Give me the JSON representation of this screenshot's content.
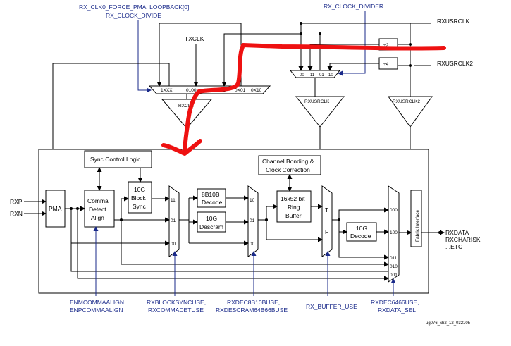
{
  "top_labels": {
    "rx_clk0_line1": "RX_CLK0_FORCE_PMA, LOOPBACK[0],",
    "rx_clk0_line2": "RX_CLOCK_DIVIDE",
    "txclk": "TXCLK",
    "rx_clock_divider": "RX_CLOCK_DIVIDER",
    "rxusrclk": "RXUSRCLK",
    "rxusrclk2": "RXUSRCLK2"
  },
  "mux_inputs": {
    "rxclk_mux": [
      "1XXX",
      "0100",
      "0XX1",
      "0X01",
      "0X10"
    ],
    "divider_mux": [
      "00",
      "11",
      "01",
      "10"
    ]
  },
  "dividers": {
    "div2": "÷2",
    "div4": "÷4"
  },
  "buffers": {
    "rxclk": "RXCLK",
    "rxusrclk": "RXUSRCLK",
    "rxusrclk2": "RXUSRCLK2"
  },
  "blocks": {
    "sync_control": "Sync Control Logic",
    "channel_bonding_1": "Channel Bonding &",
    "channel_bonding_2": "Clock Correction",
    "pma": "PMA",
    "comma_1": "Comma",
    "comma_2": "Detect",
    "comma_3": "Align",
    "block_sync_1": "10G",
    "block_sync_2": "Block",
    "block_sync_3": "Sync",
    "decode_8b10b_1": "8B10B",
    "decode_8b10b_2": "Decode",
    "descram_1": "10G",
    "descram_2": "Descram",
    "ring_1": "16x52 bit",
    "ring_2": "Ring",
    "ring_3": "Buffer",
    "decode_10g_1": "10G",
    "decode_10g_2": "Decode",
    "fabric_interface": "Fabric Interface"
  },
  "mux_labels": {
    "mux1": [
      "11",
      "01",
      "00"
    ],
    "mux2": [
      "10",
      "01",
      "00"
    ],
    "mux3": [
      "T",
      "F"
    ],
    "mux4": [
      "000",
      "100",
      "011",
      "010",
      "001"
    ]
  },
  "inputs": {
    "rxp": "RXP",
    "rxn": "RXN"
  },
  "outputs": [
    "RXDATA",
    "RXCHARISK",
    "...ETC"
  ],
  "bottom_labels": {
    "commaalign_1": "ENMCOMMAALIGN",
    "commaalign_2": "ENPCOMMAALIGN",
    "blocksync_1": "RXBLOCKSYNCUSE,",
    "blocksync_2": "RXCOMMADETUSE",
    "dec_1": "RXDEC8B10BUSE,",
    "dec_2": "RXDESCRAM64B66BUSE",
    "buffer_use": "RX_BUFFER_USE",
    "data_sel_1": "RXDEC6466USE,",
    "data_sel_2": "RXDATA_SEL"
  },
  "figure_id": "ug076_ch2_12_032105",
  "colors": {
    "annotation_blue": "#1a2a8a",
    "highlight_red": "#ee1111"
  }
}
